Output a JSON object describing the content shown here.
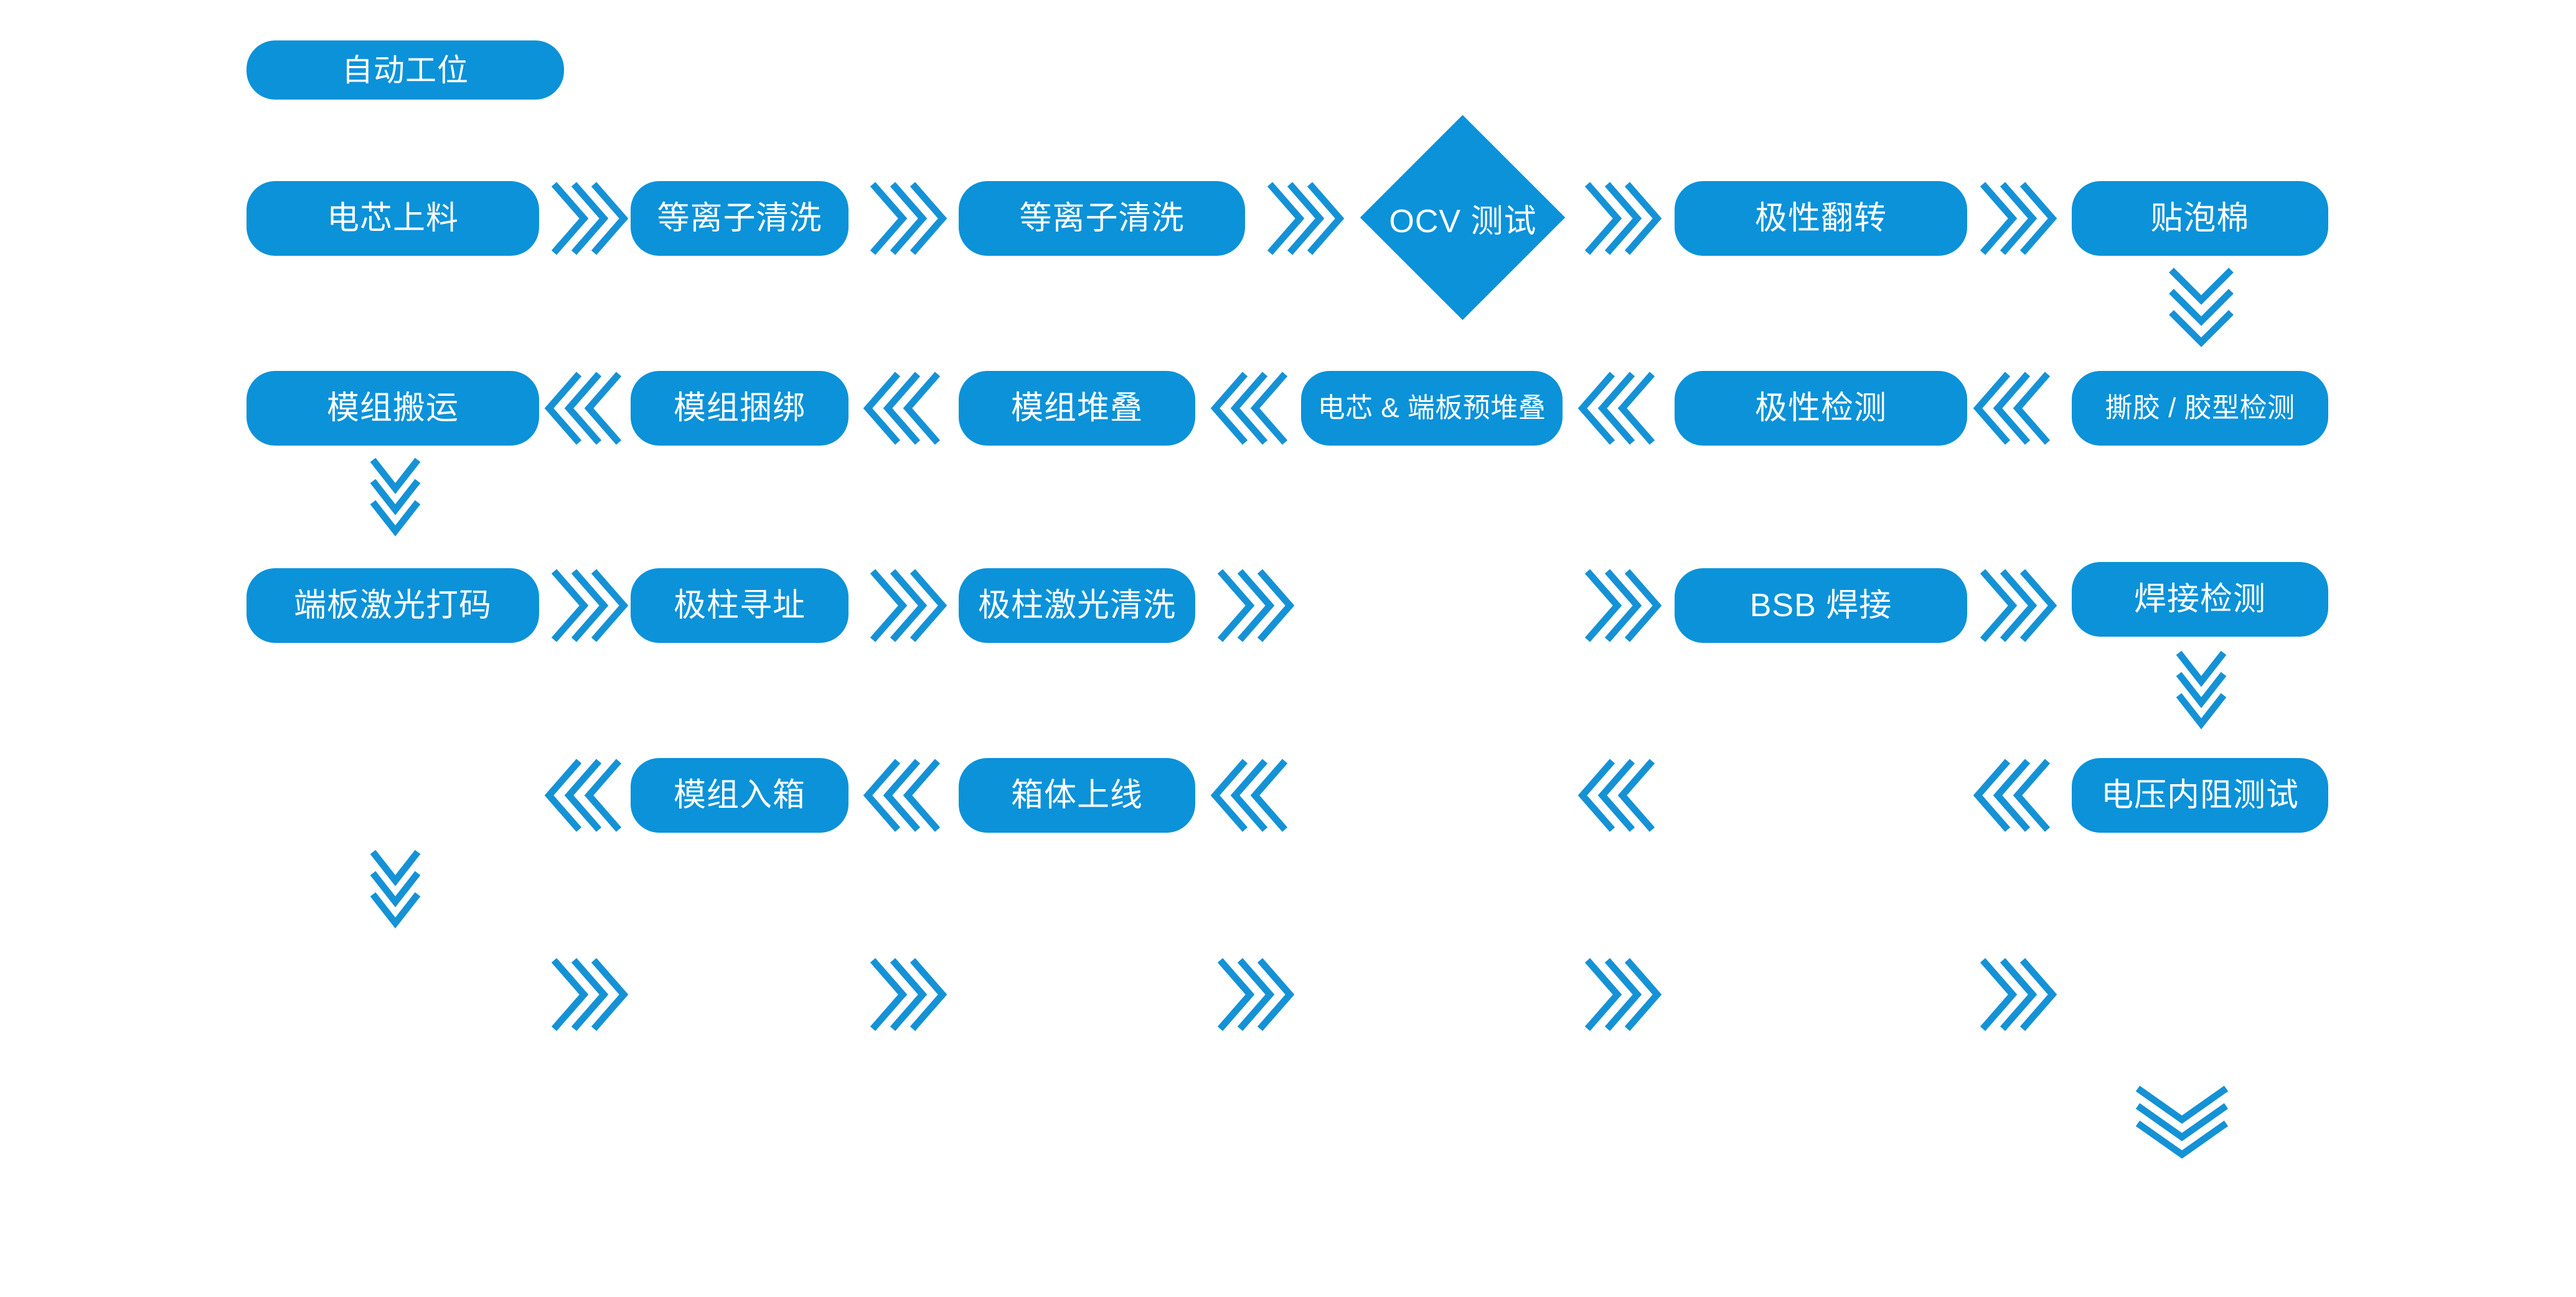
{
  "diagram": {
    "title": "",
    "accent_color": "#0b92d9",
    "background_color": "#ffffff",
    "legend": {
      "label": "自动工位"
    },
    "rows": [
      {
        "id": "row-1",
        "direction": "left-to-right",
        "cells": [
          {
            "label": "电芯上料",
            "shape": "rounded"
          },
          {
            "label": "等离子清洗",
            "shape": "rounded"
          },
          {
            "label": "等离子清洗",
            "shape": "rounded"
          },
          {
            "label": "OCV 测试",
            "shape": "diamond"
          },
          {
            "label": "极性翻转",
            "shape": "rounded"
          },
          {
            "label": "贴泡棉",
            "shape": "rounded"
          }
        ]
      },
      {
        "id": "row-2",
        "direction": "right-to-left",
        "cells": [
          {
            "label": "模组搬运",
            "shape": "rounded"
          },
          {
            "label": "模组捆绑",
            "shape": "rounded"
          },
          {
            "label": "模组堆叠",
            "shape": "rounded"
          },
          {
            "label": "电芯 & 端板预堆叠",
            "shape": "rounded"
          },
          {
            "label": "极性检测",
            "shape": "rounded"
          },
          {
            "label": "撕胶 / 胶型检测",
            "shape": "rounded"
          }
        ]
      },
      {
        "id": "row-3",
        "direction": "left-to-right",
        "cells": [
          {
            "label": "端板激光打码",
            "shape": "rounded"
          },
          {
            "label": "极柱寻址",
            "shape": "rounded"
          },
          {
            "label": "极柱激光清洗",
            "shape": "rounded"
          },
          {
            "label": "",
            "shape": "empty"
          },
          {
            "label": "BSB 焊接",
            "shape": "rounded"
          },
          {
            "label": "焊接检测",
            "shape": "rounded"
          }
        ]
      },
      {
        "id": "row-4",
        "direction": "right-to-left",
        "cells": [
          {
            "label": "",
            "shape": "empty"
          },
          {
            "label": "模组入箱",
            "shape": "rounded"
          },
          {
            "label": "箱体上线",
            "shape": "rounded"
          },
          {
            "label": "",
            "shape": "empty"
          },
          {
            "label": "",
            "shape": "empty"
          },
          {
            "label": "电压内阻测试",
            "shape": "rounded"
          }
        ]
      },
      {
        "id": "row-5",
        "direction": "left-to-right",
        "cells": [
          {
            "label": "",
            "shape": "empty"
          },
          {
            "label": "",
            "shape": "empty"
          },
          {
            "label": "",
            "shape": "empty"
          },
          {
            "label": "",
            "shape": "empty"
          },
          {
            "label": "",
            "shape": "empty"
          },
          {
            "label": "",
            "shape": "empty"
          }
        ]
      }
    ],
    "connectors": {
      "horizontal_right": "triple-chevron-right-icon",
      "horizontal_left": "triple-chevron-left-icon",
      "vertical_down": "triple-chevron-down-icon"
    }
  }
}
